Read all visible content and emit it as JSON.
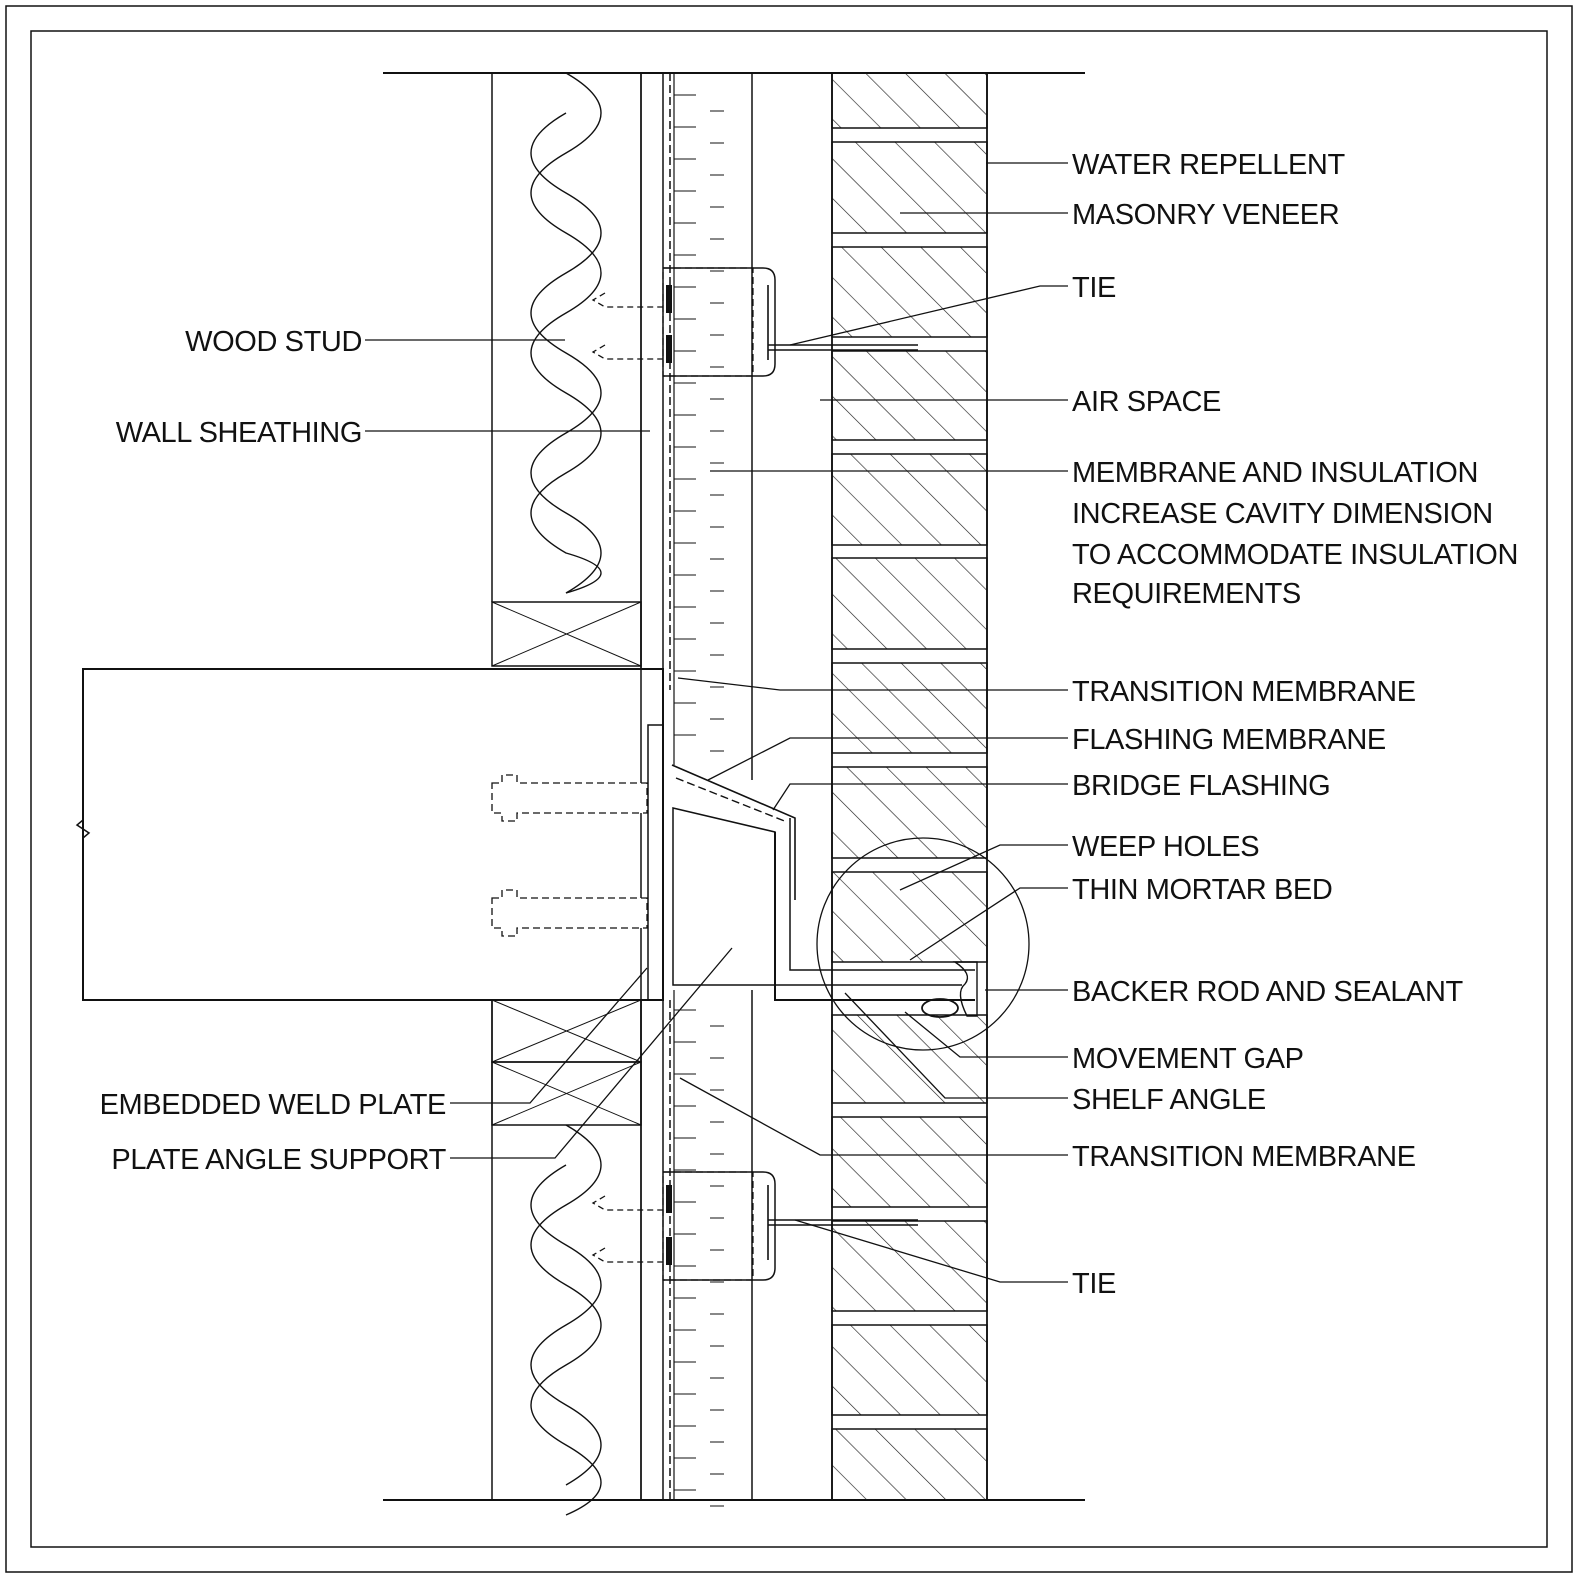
{
  "labels_right": [
    {
      "id": "water-repellent",
      "text": "WATER REPELLENT"
    },
    {
      "id": "masonry-veneer",
      "text": "MASONRY VENEER"
    },
    {
      "id": "tie-upper",
      "text": "TIE"
    },
    {
      "id": "air-space",
      "text": "AIR SPACE"
    },
    {
      "id": "membrane-insulation-1",
      "text": "MEMBRANE AND INSULATION"
    },
    {
      "id": "membrane-insulation-2",
      "text": "INCREASE CAVITY DIMENSION"
    },
    {
      "id": "membrane-insulation-3",
      "text": "TO ACCOMMODATE INSULATION"
    },
    {
      "id": "membrane-insulation-4",
      "text": "REQUIREMENTS"
    },
    {
      "id": "transition-membrane-upper",
      "text": "TRANSITION MEMBRANE"
    },
    {
      "id": "flashing-membrane",
      "text": "FLASHING MEMBRANE"
    },
    {
      "id": "bridge-flashing",
      "text": "BRIDGE FLASHING"
    },
    {
      "id": "weep-holes",
      "text": "WEEP HOLES"
    },
    {
      "id": "thin-mortar-bed",
      "text": "THIN MORTAR BED"
    },
    {
      "id": "backer-rod-sealant",
      "text": "BACKER ROD AND SEALANT"
    },
    {
      "id": "movement-gap",
      "text": "MOVEMENT GAP"
    },
    {
      "id": "shelf-angle",
      "text": "SHELF ANGLE"
    },
    {
      "id": "transition-membrane-lower",
      "text": "TRANSITION MEMBRANE"
    },
    {
      "id": "tie-lower",
      "text": "TIE"
    }
  ],
  "labels_left": [
    {
      "id": "wood-stud",
      "text": "WOOD STUD"
    },
    {
      "id": "wall-sheathing",
      "text": "WALL SHEATHING"
    },
    {
      "id": "embedded-weld-plate",
      "text": "EMBEDDED WELD PLATE"
    },
    {
      "id": "plate-angle-support",
      "text": "PLATE ANGLE SUPPORT"
    }
  ],
  "colors": {
    "line": "#111111",
    "fill_gray": "#c8c8c8",
    "background": "#ffffff"
  }
}
